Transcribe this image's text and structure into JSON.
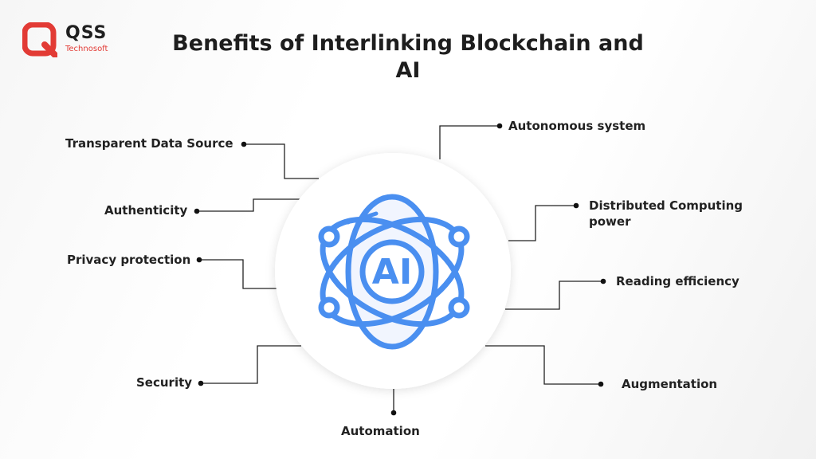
{
  "brand": {
    "name": "QSS",
    "subtitle": "Technosoft",
    "accent": "#e23b35"
  },
  "title": "Benefits of Interlinking Blockchain and AI",
  "center": {
    "label": "AI",
    "icon": "atom-icon",
    "color": "#4a8ff0"
  },
  "benefits": {
    "transparent": "Transparent Data Source",
    "authenticity": "Authenticity",
    "privacy": "Privacy protection",
    "security": "Security",
    "automation": "Automation",
    "autonomous": "Autonomous system",
    "distributed": "Distributed Computing power",
    "reading": "Reading efficiency",
    "augmentation": "Augmentation"
  }
}
